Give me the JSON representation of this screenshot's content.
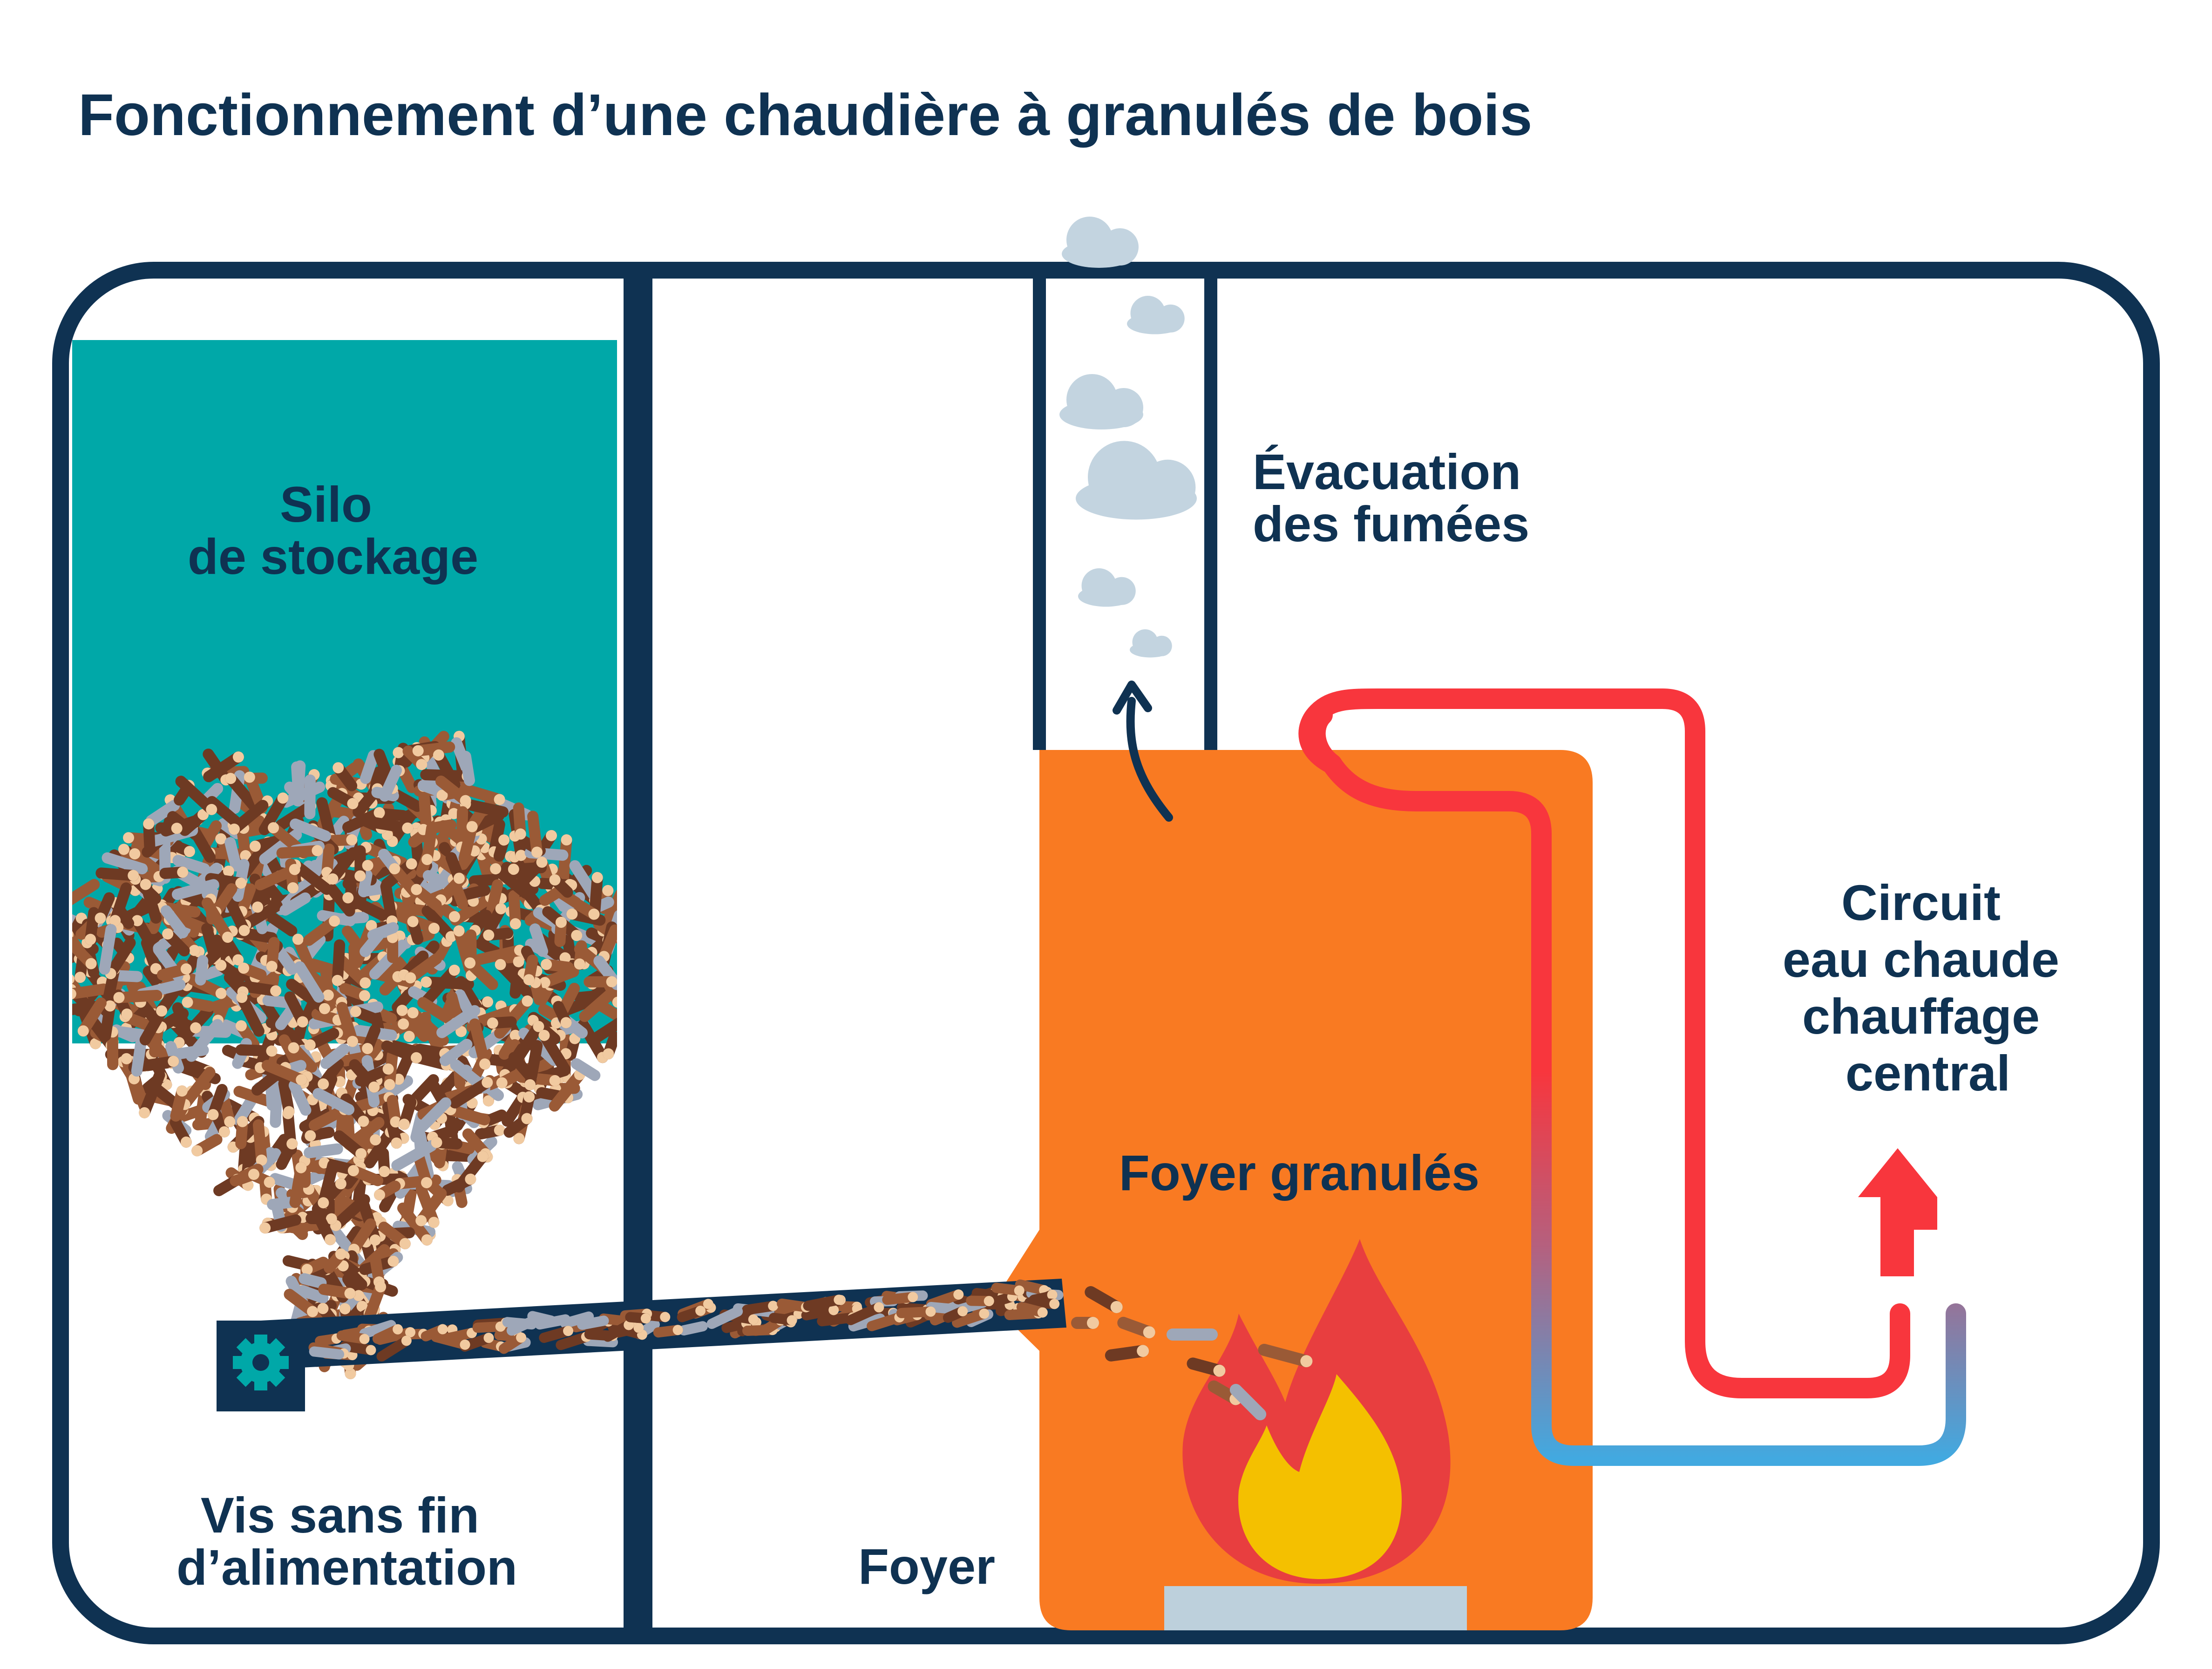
{
  "title": "Fonctionnement d’une chaudière à granulés de bois",
  "labels": {
    "silo": [
      "Silo",
      "de stockage"
    ],
    "screw": [
      "Vis sans fin",
      "d’alimentation"
    ],
    "room": [
      "Foyer"
    ],
    "flue": [
      "Évacuation",
      "des fumées"
    ],
    "burner": [
      "Foyer granulés"
    ],
    "circuit": [
      "Circuit",
      "eau chaude",
      "chauffage",
      "central"
    ]
  },
  "colors": {
    "navy": "#0f3252",
    "teal": "#00a8a8",
    "orange": "#f97a22",
    "hot_pipe": "#f8363d",
    "cold_pipe": "#42a9e0",
    "smoke": "#c3d4e0",
    "flame_outer": "#e83e3f",
    "flame_inner": "#f4c000",
    "pellet_dark": "#6e3a23",
    "pellet_brown": "#9a5a36",
    "pellet_grey": "#9ea7b8",
    "pellet_tan": "#f1caa0"
  },
  "icons": [
    "gear-icon",
    "flame-icon",
    "arrow-up-icon",
    "smoke-cloud-icon"
  ]
}
